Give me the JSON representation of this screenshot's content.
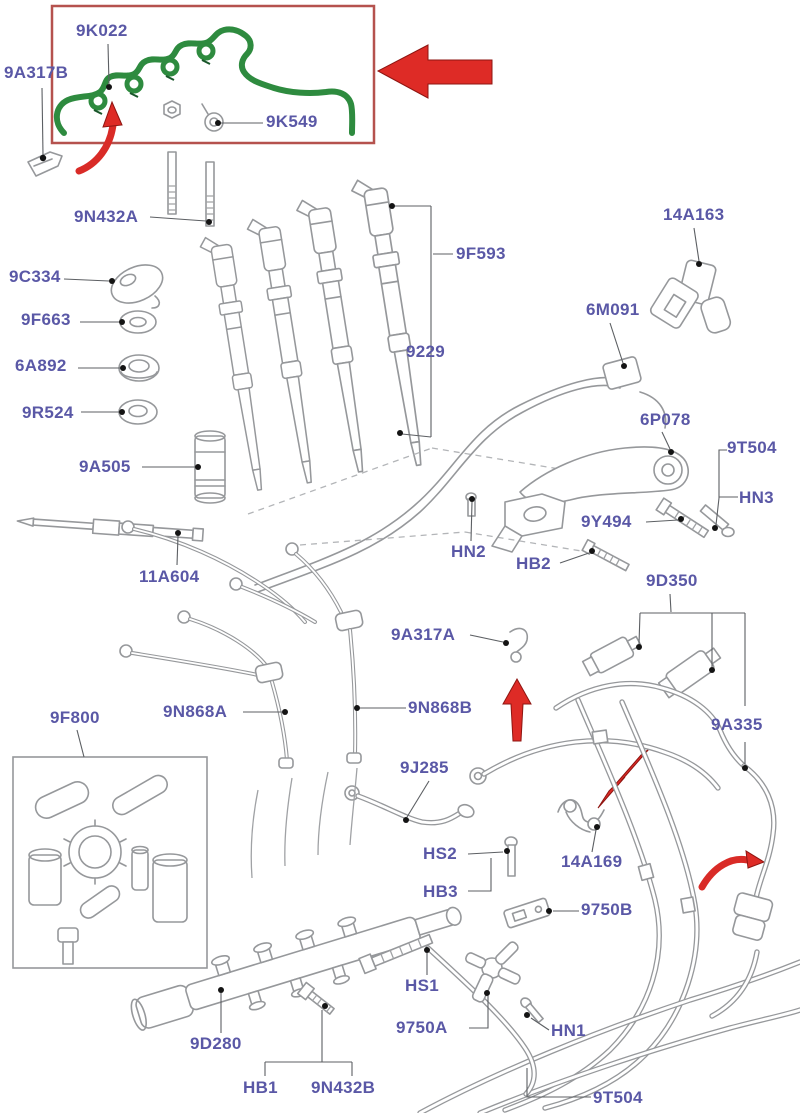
{
  "diagram": {
    "kind": "exploded-parts-diagram",
    "subject": "Diesel fuel injection system",
    "background_color": "#ffffff",
    "label_color": "#5a58a6",
    "line_color": "#96989b",
    "leader_color": "#5c5f63",
    "highlight_box_color": "#b5524e",
    "arrow_color": "#de2b26",
    "hose_color": "#2e8b3f"
  },
  "labels": [
    {
      "part": "9K022"
    },
    {
      "part": "9A317B"
    },
    {
      "part": "9K549"
    },
    {
      "part": "9N432A"
    },
    {
      "part": "9C334"
    },
    {
      "part": "9F663"
    },
    {
      "part": "6A892"
    },
    {
      "part": "9R524"
    },
    {
      "part": "9A505"
    },
    {
      "part": "11A604"
    },
    {
      "part": "9F593"
    },
    {
      "part": "9229"
    },
    {
      "part": "14A163"
    },
    {
      "part": "6M091"
    },
    {
      "part": "6P078"
    },
    {
      "part": "9T504"
    },
    {
      "part": "HN3"
    },
    {
      "part": "9Y494"
    },
    {
      "part": "HN2"
    },
    {
      "part": "HB2"
    },
    {
      "part": "9D350"
    },
    {
      "part": "9A317A"
    },
    {
      "part": "9N868A"
    },
    {
      "part": "9N868B"
    },
    {
      "part": "9F800"
    },
    {
      "part": "9J285"
    },
    {
      "part": "9A335"
    },
    {
      "part": "HS2"
    },
    {
      "part": "HB3"
    },
    {
      "part": "14A169"
    },
    {
      "part": "9750B"
    },
    {
      "part": "HS1"
    },
    {
      "part": "9750A"
    },
    {
      "part": "HN1"
    },
    {
      "part": "9D280"
    },
    {
      "part": "HB1"
    },
    {
      "part": "9N432B"
    },
    {
      "part": "9T504"
    }
  ]
}
